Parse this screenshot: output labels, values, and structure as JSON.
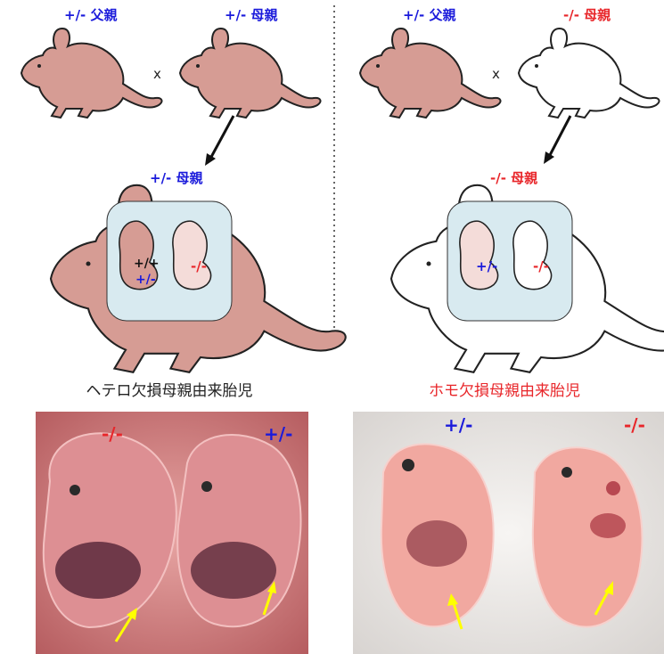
{
  "colors": {
    "het": "#1a1adb",
    "homo": "#e8262a",
    "wt": "#111111",
    "mouse_fill": "#d69c94",
    "mouse_stroke": "#222222",
    "womb": "#d8eaf0",
    "embryo_light": "#f4dcd9",
    "arrow": "#ffff00"
  },
  "left_panel": {
    "father_label": "+/- 父親",
    "mother_label": "+/- 母親",
    "cross_symbol": "x",
    "pregnant_label": "+/- 母親",
    "embryo1_label_a": "+/+",
    "embryo1_label_b": "+/-",
    "embryo2_label": "-/-"
  },
  "right_panel": {
    "father_label": "+/- 父親",
    "mother_label": "-/- 母親",
    "cross_symbol": "x",
    "pregnant_label": "-/- 母親",
    "embryo1_label": "+/-",
    "embryo2_label": "-/-"
  },
  "captions": {
    "left": "ヘテロ欠損母親由来胎児",
    "right": "ホモ欠損母親由来胎児"
  },
  "photo_labels": {
    "left_a": "-/-",
    "left_b": "+/-",
    "right_a": "+/-",
    "right_b": "-/-"
  }
}
